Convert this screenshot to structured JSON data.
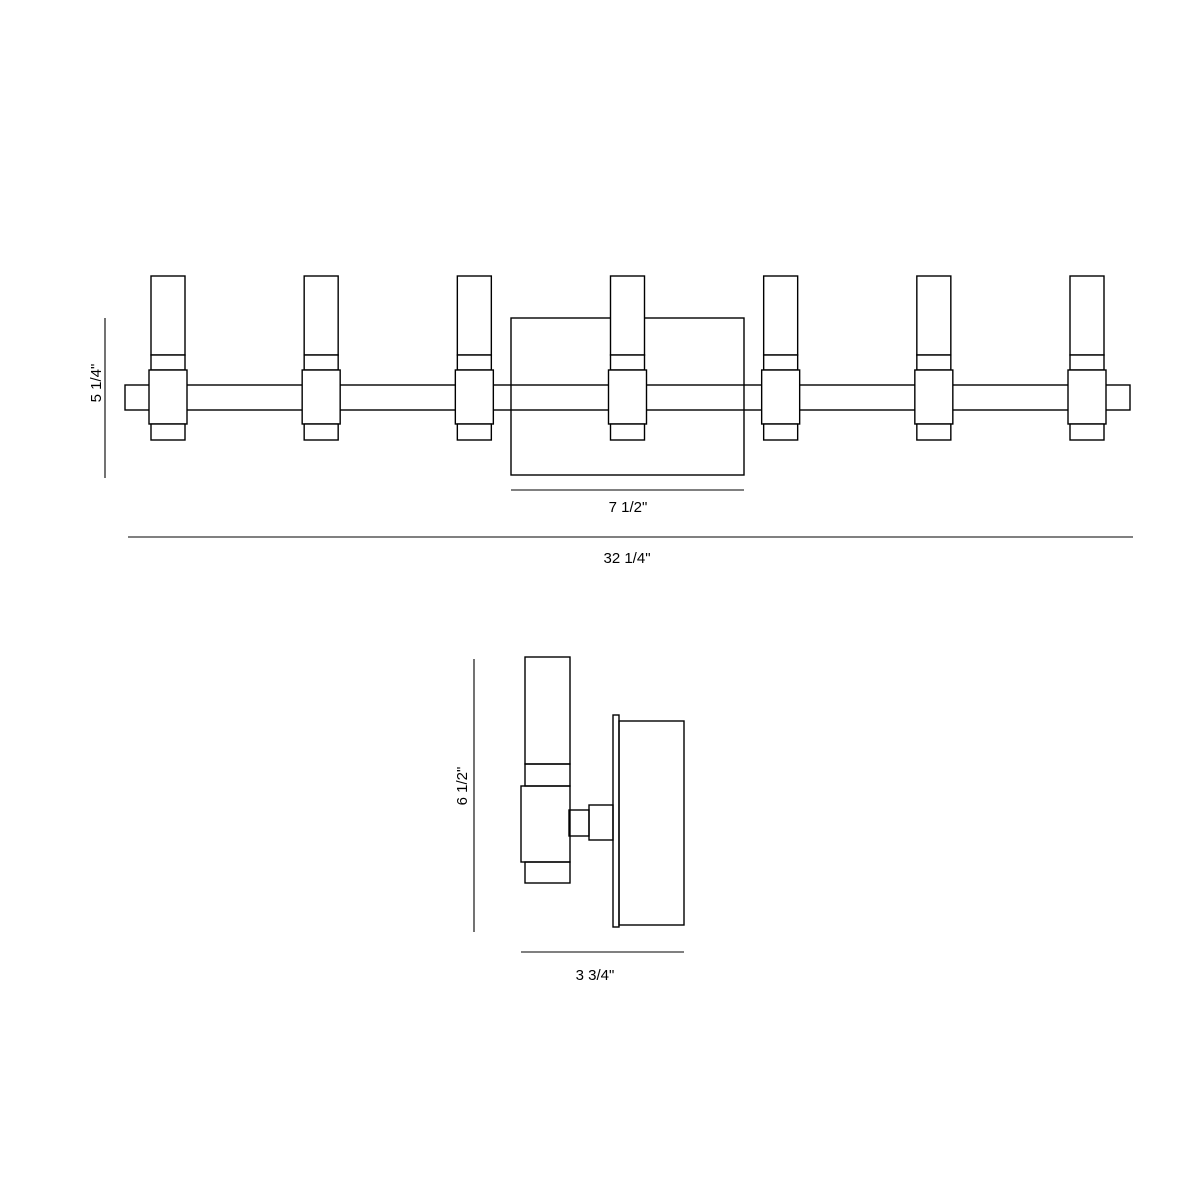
{
  "front_view": {
    "fixture_count": 7,
    "dimensions": {
      "overall_width": "32 1/4\"",
      "backplate_width": "7 1/2\"",
      "height": "5 1/4\""
    }
  },
  "side_view": {
    "dimensions": {
      "height": "6 1/2\"",
      "depth": "3 3/4\""
    }
  }
}
